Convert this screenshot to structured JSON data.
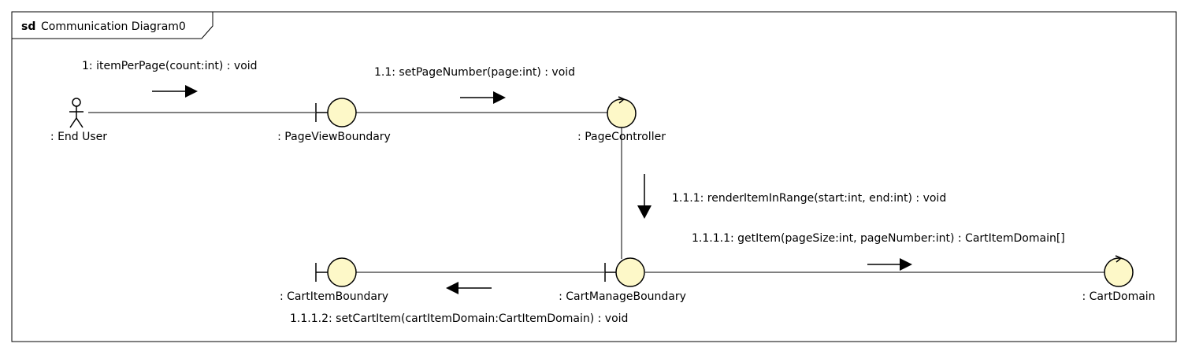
{
  "frame": {
    "keyword": "sd",
    "title": "Communication Diagram0"
  },
  "colors": {
    "object_fill": "#fdf8c8",
    "stroke": "#000000",
    "background": "#ffffff"
  },
  "objects": {
    "end_user": {
      "label": ": End User",
      "type": "actor"
    },
    "page_view_boundary": {
      "label": ": PageViewBoundary",
      "type": "boundary"
    },
    "page_controller": {
      "label": ": PageController",
      "type": "control"
    },
    "cart_item_boundary": {
      "label": ": CartItemBoundary",
      "type": "boundary"
    },
    "cart_manage_boundary": {
      "label": ": CartManageBoundary",
      "type": "boundary"
    },
    "cart_domain": {
      "label": ": CartDomain",
      "type": "control"
    }
  },
  "messages": {
    "m1": "1: itemPerPage(count:int) : void",
    "m1_1": "1.1: setPageNumber(page:int) : void",
    "m1_1_1": "1.1.1: renderItemInRange(start:int, end:int) : void",
    "m1_1_1_1": "1.1.1.1: getItem(pageSize:int, pageNumber:int) : CartItemDomain[]",
    "m1_1_1_2": "1.1.1.2: setCartItem(cartItemDomain:CartItemDomain) : void"
  }
}
